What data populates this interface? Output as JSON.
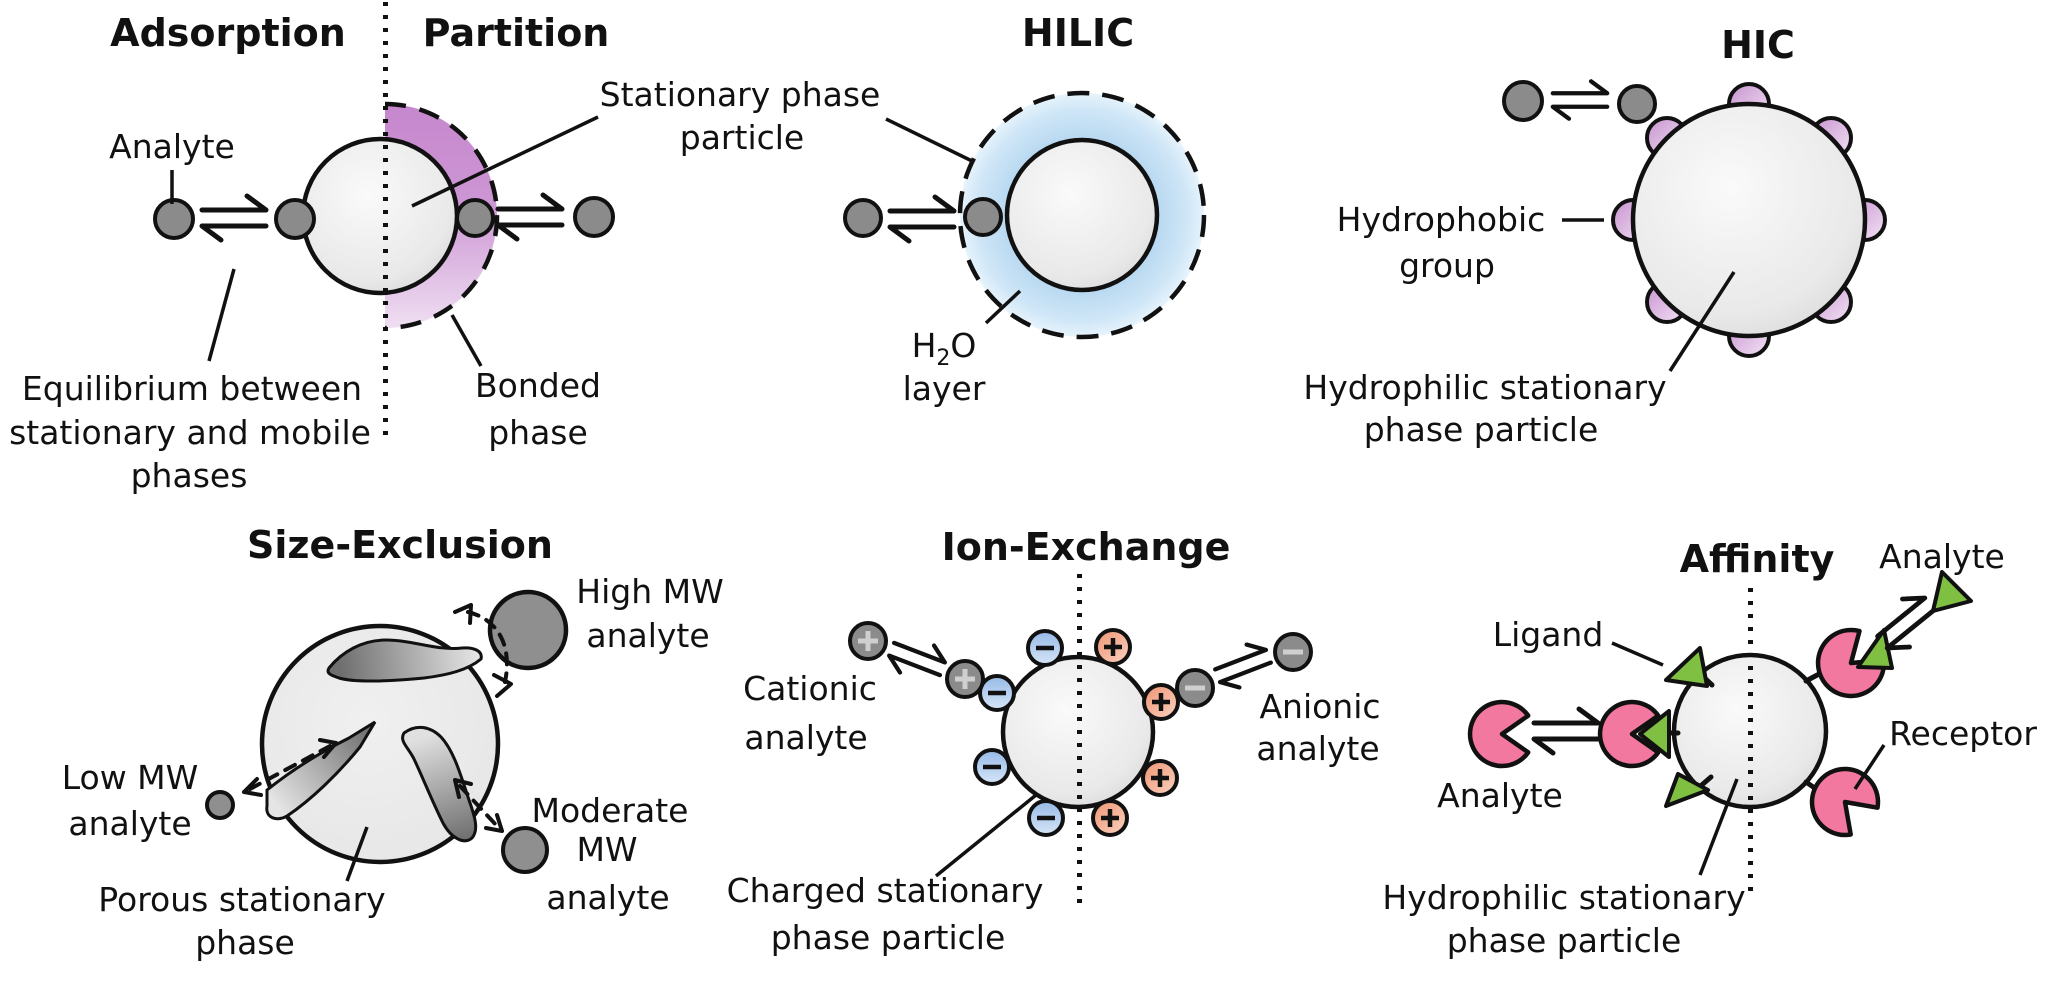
{
  "colors": {
    "ink": "#111111",
    "particle_gray_edge": "#d7d7d7",
    "analyte_gray": "#8b8b8b",
    "analyte_dark_gray": "#8f8f8f",
    "bonded_phase_purple": "#c687cd",
    "water_layer_blue": "#b7d8f0",
    "hydrophobic_purple": "#d9aede",
    "anion_site_blue": "#a9c6ea",
    "cation_site_orange": "#f2a183",
    "ligand_green": "#7fc043",
    "receptor_pink": "#f2789f",
    "sign_light": "#cfcfcf"
  },
  "adsorption": {
    "title": "Adsorption",
    "analyte_label": "Analyte",
    "equilibrium_line1": "Equilibrium between",
    "equilibrium_line2": "stationary and mobile",
    "equilibrium_line3": "phases"
  },
  "partition": {
    "title": "Partition",
    "stationary_line1": "Stationary phase",
    "stationary_line2": "particle",
    "bonded_line1": "Bonded",
    "bonded_line2": "phase"
  },
  "hilic": {
    "title": "HILIC",
    "h2o_main": "H",
    "h2o_sub": "2",
    "h2o_tail": "O",
    "layer_label": "layer"
  },
  "hic": {
    "title": "HIC",
    "hydrophobic_line1": "Hydrophobic",
    "hydrophobic_line2": "group",
    "particle_line1": "Hydrophilic stationary",
    "particle_line2": "phase particle"
  },
  "size_exclusion": {
    "title": "Size-Exclusion",
    "high_line1": "High MW",
    "high_line2": "analyte",
    "low_line1": "Low MW",
    "low_line2": "analyte",
    "moderate_line1": "Moderate",
    "moderate_line2": "MW",
    "moderate_line3": "analyte",
    "porous_line1": "Porous stationary",
    "porous_line2": "phase"
  },
  "ion_exchange": {
    "title": "Ion-Exchange",
    "cationic_line1": "Cationic",
    "cationic_line2": "analyte",
    "anionic_line1": "Anionic",
    "anionic_line2": "analyte",
    "charged_line1": "Charged stationary",
    "charged_line2": "phase particle"
  },
  "affinity": {
    "title": "Affinity",
    "analyte_top_label": "Analyte",
    "analyte_left_label": "Analyte",
    "ligand_label": "Ligand",
    "receptor_label": "Receptor",
    "particle_line1": "Hydrophilic stationary",
    "particle_line2": "phase particle"
  }
}
